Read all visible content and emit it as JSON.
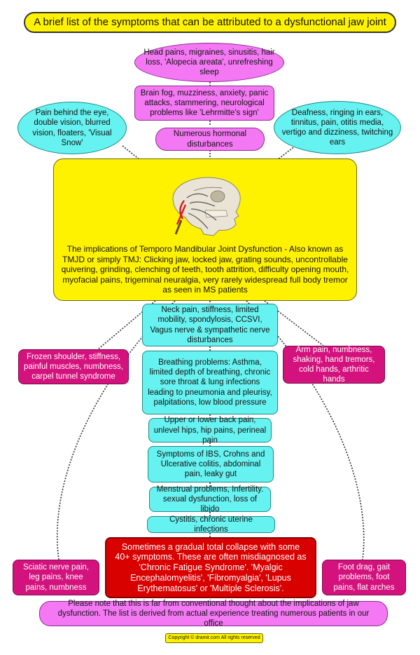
{
  "title": "A brief list of the symptoms that can be attributed to a dysfunctional jaw joint",
  "top_nodes": [
    "Head pains, migraines, sinusitis, hair loss, 'Alopecia areata', unrefreshing sleep",
    "Brain fog, muzziness, anxiety, panic attacks, stammering, neurological problems like 'Lehrmitte's sign'",
    "Numerous hormonal disturbances"
  ],
  "left_eye": "Pain behind the eye, double vision, blurred vision, floaters, 'Visual Snow'",
  "right_ear": "Deafness, ringing in ears, tinnitus, pain, otitis media, vertigo and dizziness, twitching ears",
  "center": "The implications of Temporo Mandibular Joint Dysfunction - Also known as TMJD or simply TMJ: Clicking jaw, locked jaw, grating sounds, uncontrollable quivering, grinding, clenching of teeth, tooth attrition, difficulty opening mouth, myofacial pains, trigeminal neuralgia, very rarely widespread full body tremor as seen in MS patients",
  "chain": [
    "Neck pain, stiffness, limited mobility, spondylosis, CCSVI, Vagus nerve & sympathetic nerve disturbances",
    "Breathing problems: Asthma, limited depth of breathing, chronic sore throat & lung infections leading to pneumonia and pleurisy, palpitations, low blood pressure",
    "Upper or lower back pain, unlevel hips, hip pains, perineal pain",
    "Symptoms of IBS, Crohns and Ulcerative colitis, abdominal pain, leaky gut",
    "Menstrual problems, Infertility. sexual dysfunction, loss of libido",
    "Cystitis, chronic uterine infections"
  ],
  "red_node": "Sometimes a gradual total collapse with some 40+ symptoms. These are often misdiagnosed as 'Chronic Fatigue Syndrome'. 'Myalgic Encephalomyelitis', 'Fibromyalgia', 'Lupus Erythematosus' or 'Multiple Sclerosis'.",
  "left_shoulder": "Frozen shoulder, stiffness, painful muscles, numbness, carpel tunnel syndrome",
  "right_arm": "Arm pain, numbness, shaking, hand tremors, cold hands, arthritic hands",
  "left_leg": "Sciatic nerve pain, leg pains, knee pains, numbness",
  "right_foot": "Foot drag, gait problems, foot pains, flat arches",
  "footer_note": "Please note that this is far from conventional thought about the implications of jaw dysfunction. The list is derived from actual experience treating numerous patients in our office",
  "copyright": "Copyright © dramir.com All rights reserved",
  "colors": {
    "title_bg": "#fff200",
    "pink": "#f478f4",
    "magenta": "#d4127e",
    "cyan": "#66f2f0",
    "red": "#d90000"
  }
}
